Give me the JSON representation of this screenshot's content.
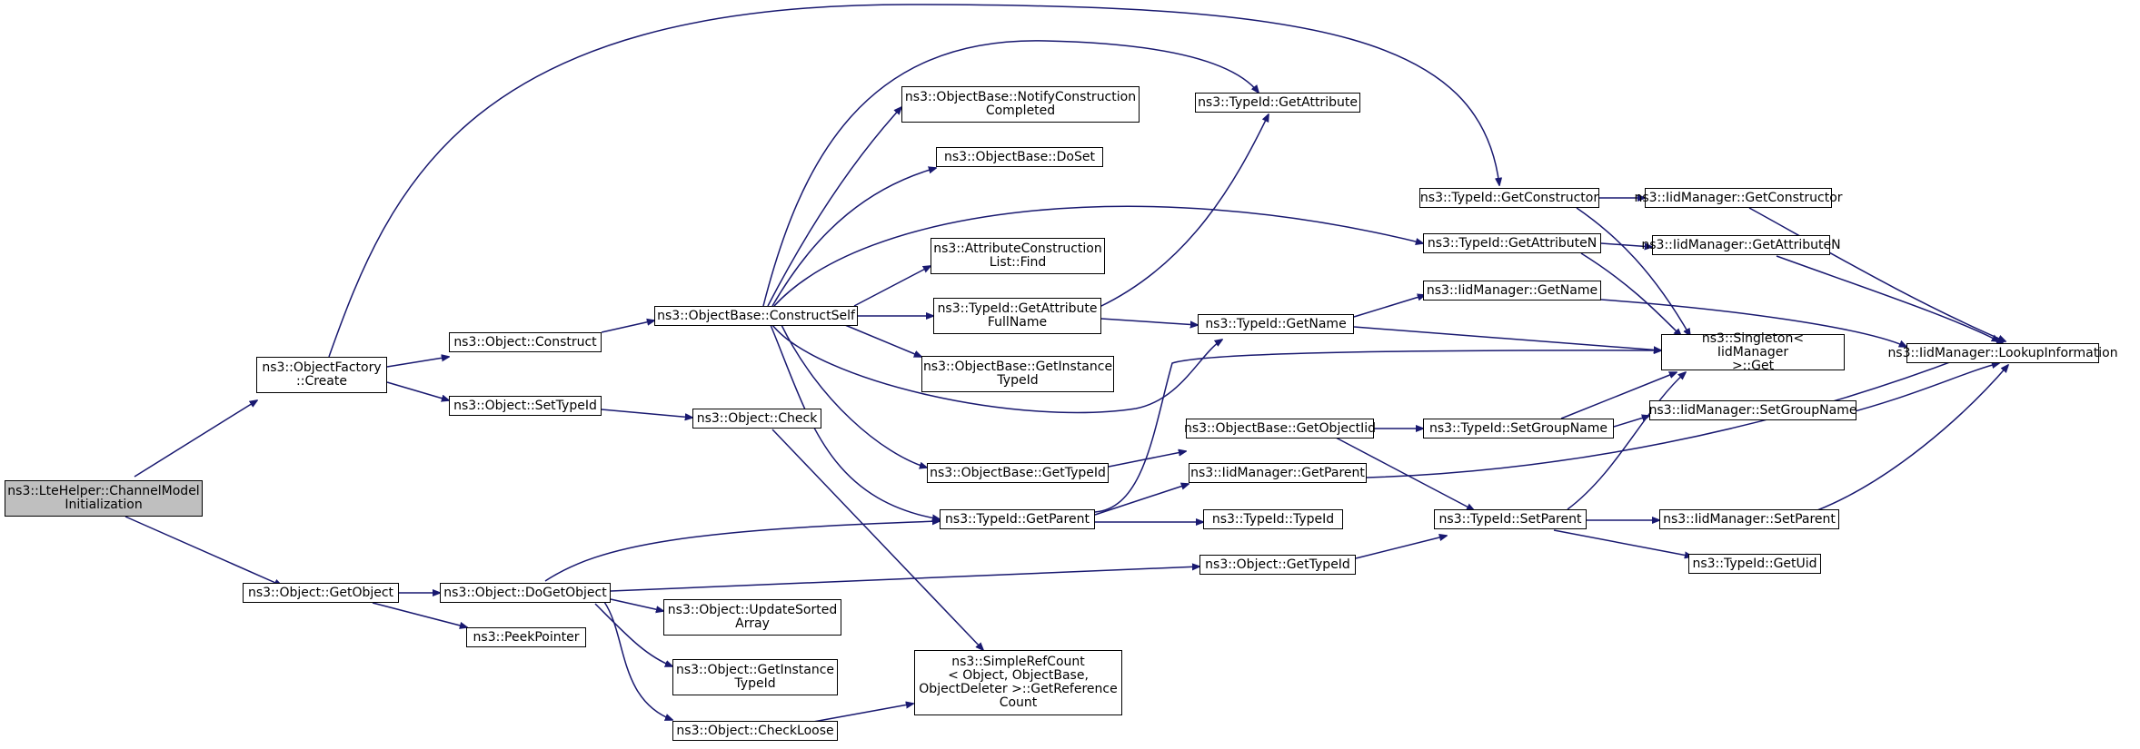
{
  "colors": {
    "edge": "#191970",
    "node_border": "#000000",
    "root_fill": "#bfbfbf",
    "node_fill": "#ffffff"
  },
  "nodes": {
    "lte": "ns3::LteHelper::ChannelModel\nInitialization",
    "factory_create": "ns3::ObjectFactory\n::Create",
    "object_getobject": "ns3::Object::GetObject",
    "object_construct": "ns3::Object::Construct",
    "object_settypeid": "ns3::Object::SetTypeId",
    "object_dogetobject": "ns3::Object::DoGetObject",
    "peekpointer": "ns3::PeekPointer",
    "constructself": "ns3::ObjectBase::ConstructSelf",
    "object_check": "ns3::Object::Check",
    "update_sorted": "ns3::Object::UpdateSorted\nArray",
    "object_getinstancetypeid": "ns3::Object::GetInstance\nTypeId",
    "checkloose": "ns3::Object::CheckLoose",
    "notifyconstruction": "ns3::ObjectBase::NotifyConstruction\nCompleted",
    "doset": "ns3::ObjectBase::DoSet",
    "acl_find": "ns3::AttributeConstruction\nList::Find",
    "getattributefullname": "ns3::TypeId::GetAttribute\nFullName",
    "ob_getinstancetypeid": "ns3::ObjectBase::GetInstance\nTypeId",
    "ob_gettypeid": "ns3::ObjectBase::GetTypeId",
    "typeid_getparent": "ns3::TypeId::GetParent",
    "simplerefcount": "ns3::SimpleRefCount\n< Object, ObjectBase,\n ObjectDeleter >::GetReference\nCount",
    "typeid_getattribute": "ns3::TypeId::GetAttribute",
    "typeid_getname": "ns3::TypeId::GetName",
    "ob_getobjectiid": "ns3::ObjectBase::GetObjectIid",
    "iid_getparent": "ns3::IidManager::GetParent",
    "typeid_typeid": "ns3::TypeId::TypeId",
    "object_gettypeid": "ns3::Object::GetTypeId",
    "typeid_getconstructor": "ns3::TypeId::GetConstructor",
    "typeid_getattributen": "ns3::TypeId::GetAttributeN",
    "iid_getname": "ns3::IidManager::GetName",
    "typeid_setgroupname": "ns3::TypeId::SetGroupName",
    "typeid_setparent": "ns3::TypeId::SetParent",
    "iid_getconstructor": "ns3::IidManager::GetConstructor",
    "iid_getattributen": "ns3::IidManager::GetAttributeN",
    "singleton_get": "ns3::Singleton< IidManager\n >::Get",
    "iid_setgroupname": "ns3::IidManager::SetGroupName",
    "iid_setparent": "ns3::IidManager::SetParent",
    "typeid_getuid": "ns3::TypeId::GetUid",
    "iid_lookupinformation": "ns3::IidManager::LookupInformation"
  }
}
